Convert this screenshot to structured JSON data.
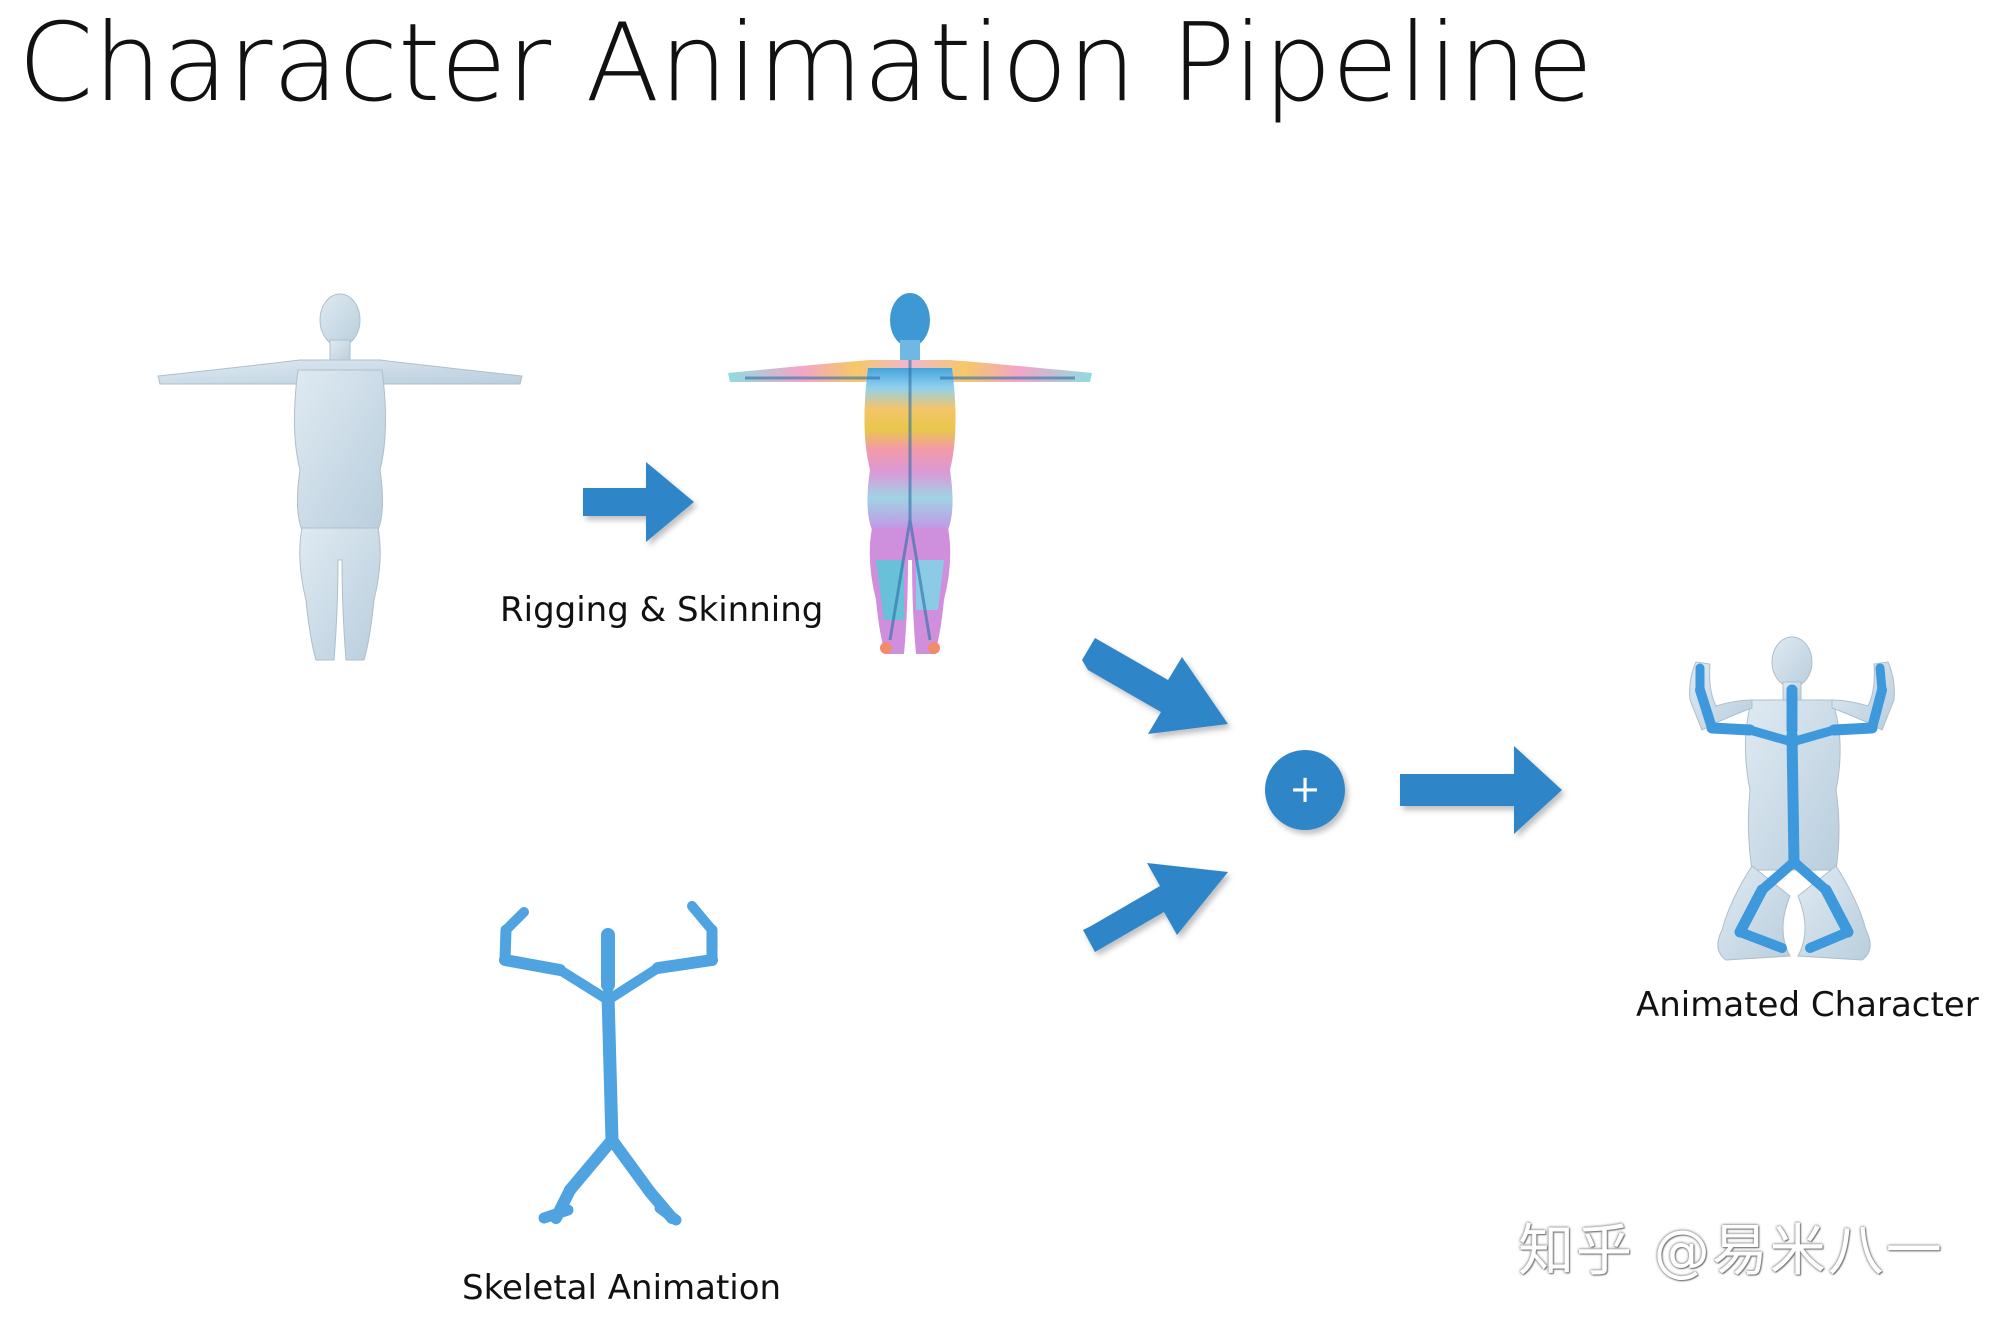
{
  "title": "Character Animation Pipeline",
  "labels": {
    "rigging": "Rigging & Skinning",
    "skeletal": "Skeletal Animation",
    "animated": "Animated Character"
  },
  "combine_symbol": "+",
  "watermark": "知乎 @易米八一",
  "colors": {
    "accent": "#2e86c9",
    "skeleton": "#4ea3e0",
    "mesh": "#c9dbe8",
    "text": "#111111"
  },
  "icons": [
    "base-mesh-figure",
    "skinned-mesh-figure",
    "skeleton-figure",
    "animated-character-figure",
    "plus-circle-icon",
    "arrow-right-icon"
  ]
}
